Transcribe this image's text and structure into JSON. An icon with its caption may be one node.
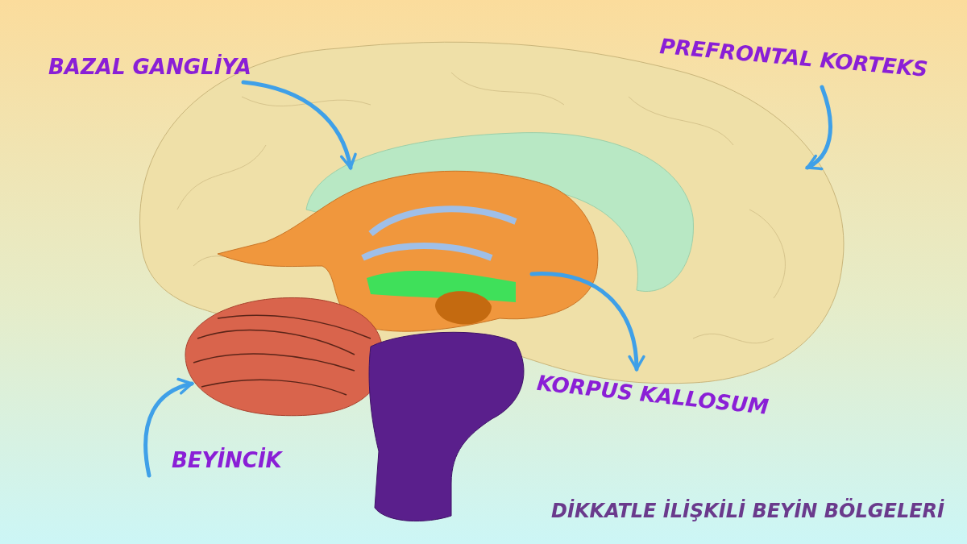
{
  "diagram": {
    "caption": "DİKKATLE İLİŞKİLİ BEYİN BÖLGELERİ",
    "nodes": [
      {
        "text": [
          "BAZAL GANGLİYA"
        ]
      },
      {
        "text": [
          "PREFRONTAL KORTEKS"
        ]
      },
      {
        "text": [],
        "shape": "picture"
      },
      {
        "text": [],
        "shape": "picture",
        "in": 2
      },
      {
        "text": [],
        "shape": "picture",
        "in": 2
      },
      {
        "text": [
          "KORPUS KALLOSUM"
        ]
      },
      {
        "text": [],
        "shape": "picture"
      },
      {
        "text": [
          "BEYİNCİK"
        ]
      }
    ],
    "edges": [
      {
        "from": 0,
        "to": 3,
        "arrow": "to"
      },
      {
        "from": 1,
        "to": 2,
        "arrow": "to"
      },
      {
        "from": 4,
        "to": 5,
        "arrow": "to"
      },
      {
        "from": 7,
        "to": 6,
        "arrow": "to"
      }
    ]
  }
}
